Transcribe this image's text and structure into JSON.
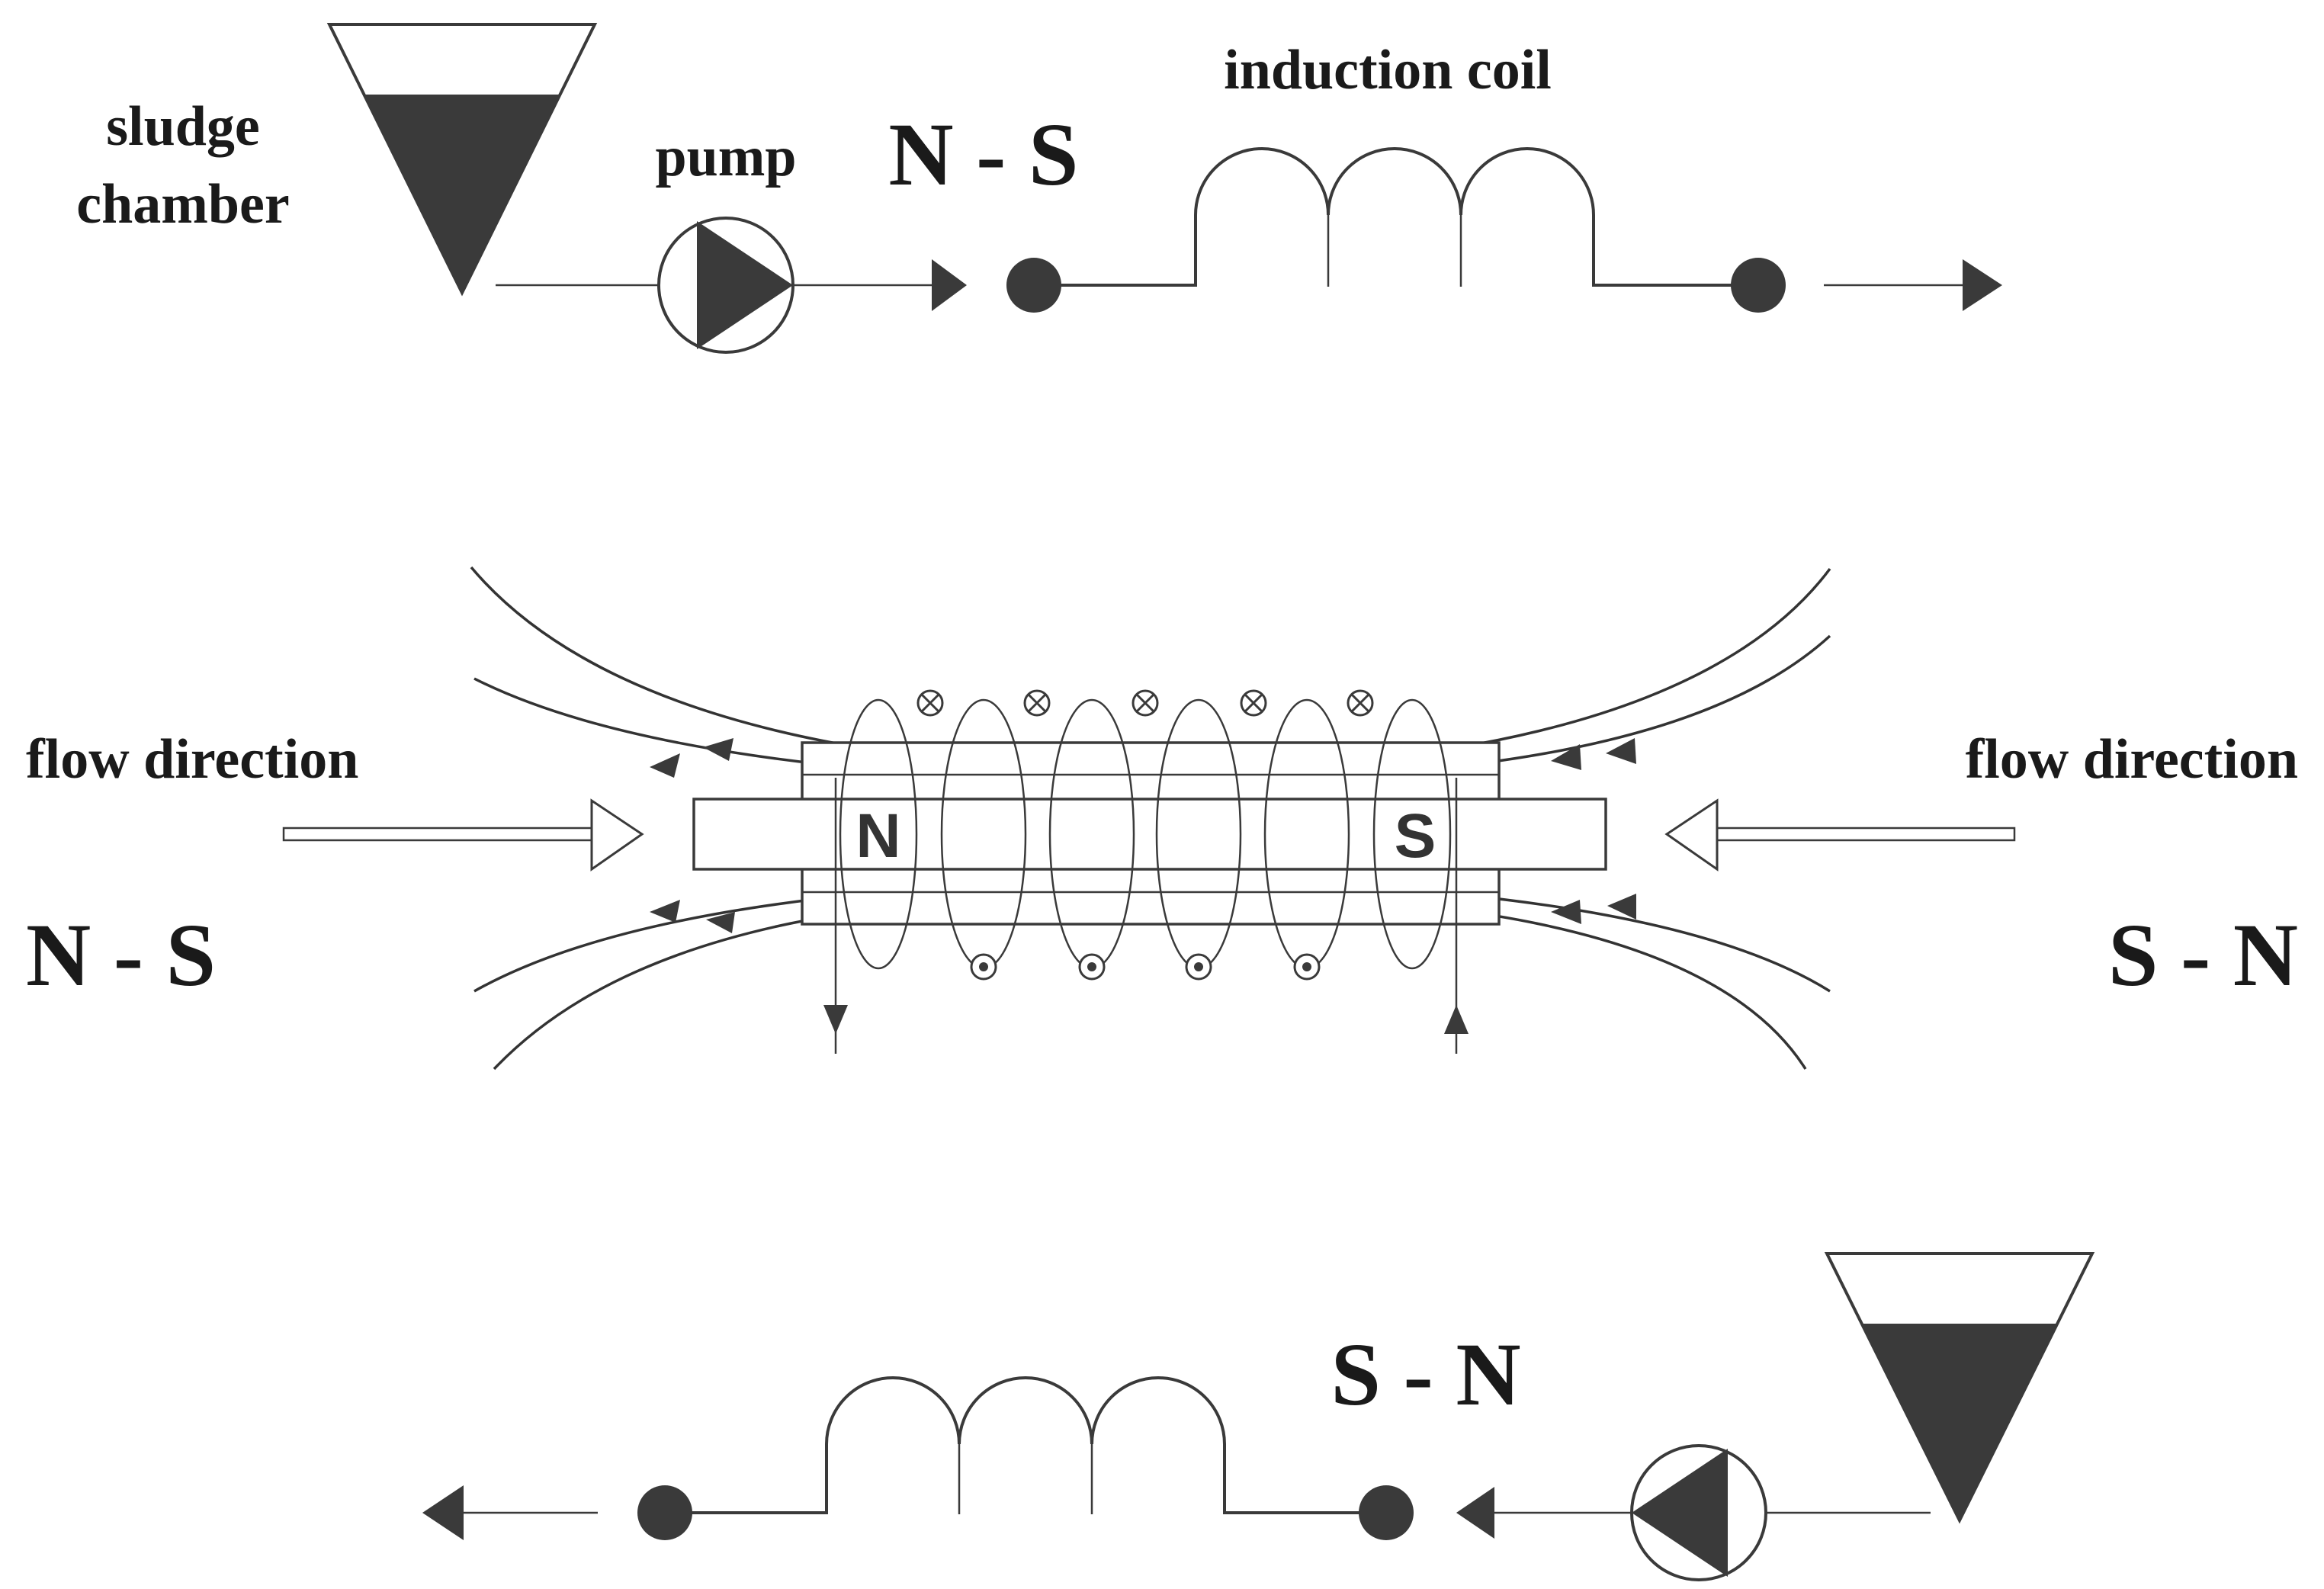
{
  "labels": {
    "sludge_chamber_line1": "sludge",
    "sludge_chamber_line2": "chamber",
    "pump": "pump",
    "polarity_top": "N - S",
    "induction_coil": "induction coil",
    "flow_direction_left": "flow direction",
    "flow_direction_right": "flow direction",
    "polarity_left": "N - S",
    "polarity_right": "S - N",
    "polarity_bottom": "S - N",
    "pole_north": "N",
    "pole_south": "S"
  },
  "colors": {
    "line": "#3a3a3a",
    "fill_dark": "#3a3a3a",
    "text": "#1a1a1a",
    "background": "#ffffff"
  },
  "icons": {
    "pump_symbol": "pump-icon",
    "sludge_chamber_symbol": "funnel-tank-icon",
    "terminal": "filled-dot-icon",
    "current_into_page": "circle-cross-icon",
    "current_out_of_page": "circle-dot-icon"
  }
}
